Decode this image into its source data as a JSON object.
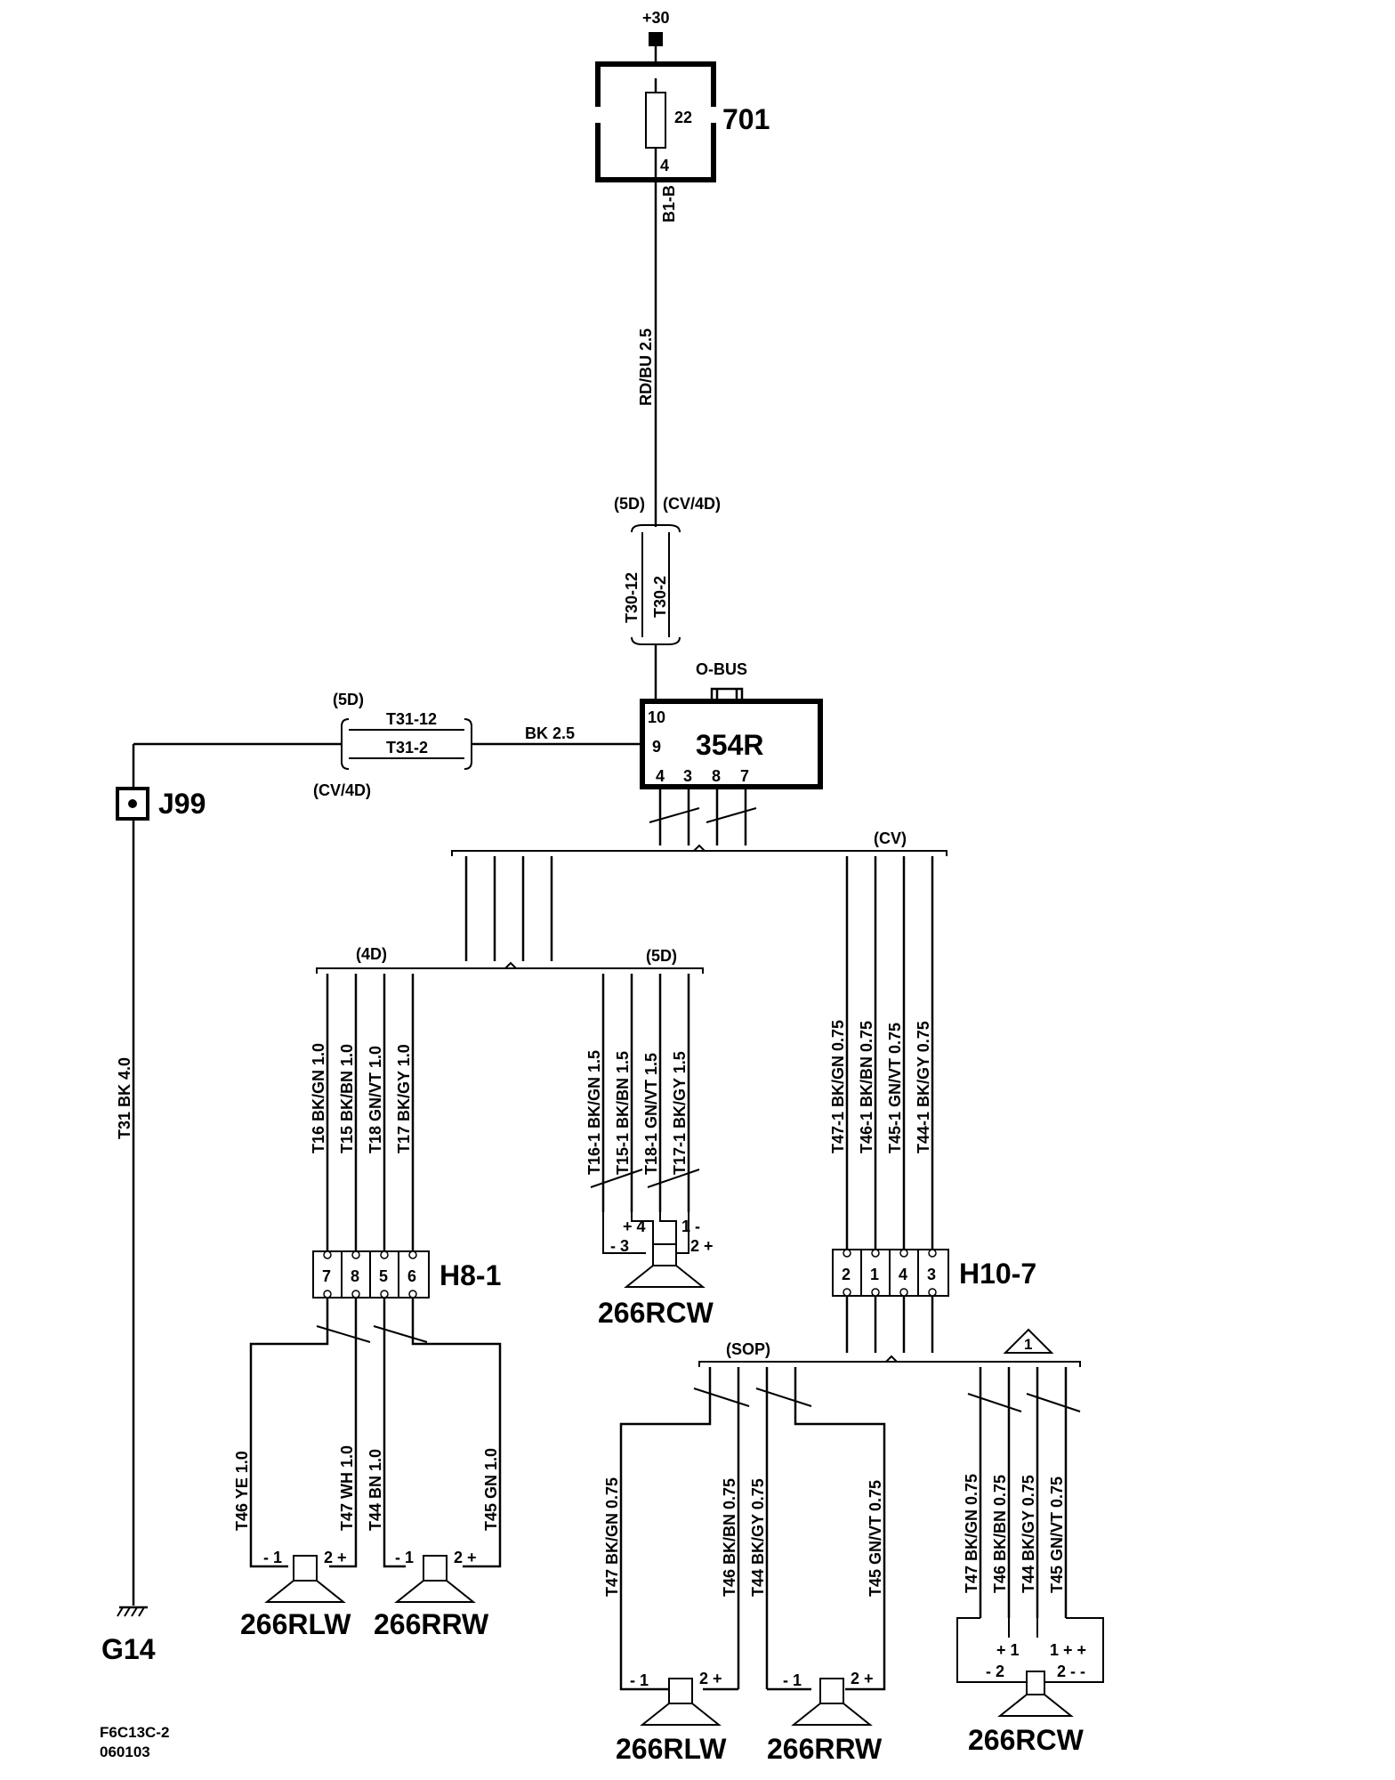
{
  "supply": {
    "label": "+30"
  },
  "fuse_box": {
    "id": "701",
    "fuse_no": "22",
    "pin": "4",
    "pin_label": "B1-B"
  },
  "wire_main": {
    "color_size": "RD/BU   2.5"
  },
  "variant_top": {
    "left": "(5D)",
    "right": "(CV/4D)",
    "conn_left": "T30-12",
    "conn_right": "T30-2"
  },
  "amp": {
    "id": "354R",
    "bus": "O-BUS",
    "pins": {
      "p10": "10",
      "p9": "9",
      "p4": "4",
      "p3": "3",
      "p8": "8",
      "p7": "7"
    }
  },
  "ground_branch": {
    "variant_5d": "(5D)",
    "variant_cv4d": "(CV/4D)",
    "conn_a": "T31-12",
    "conn_b": "T31-2",
    "wire": "BK  2.5",
    "splice": "J99",
    "wire_vertical": "T31  BK  4.0",
    "ground": "G14"
  },
  "bus_cv": "(CV)",
  "bus_4d": "(4D)",
  "bus_5d": "(5D)",
  "wires_4d": [
    "T16  BK/GN 1.0",
    "T15  BK/BN 1.0",
    "T18  GN/VT 1.0",
    "T17  BK/GY 1.0"
  ],
  "wires_5d": [
    "T16-1 BK/GN 1.5",
    "T15-1 BK/BN 1.5",
    "T18-1 GN/VT 1.5",
    "T17-1 BK/GY 1.5"
  ],
  "wires_cv": [
    "T47-1 BK/GN 0.75",
    "T46-1 BK/BN 0.75",
    "T45-1 GN/VT 0.75",
    "T44-1 BK/GY  0.75"
  ],
  "connector_h8": {
    "id": "H8-1",
    "pins": [
      "7",
      "8",
      "5",
      "6"
    ]
  },
  "connector_h10": {
    "id": "H10-7",
    "pins": [
      "2",
      "1",
      "4",
      "3"
    ]
  },
  "rcw_top": {
    "id": "266RCW",
    "pos_plus": "+ 4",
    "pos_minus": "- 3",
    "neg_one": "1 -",
    "neg_two": "2 +"
  },
  "wires_4d_low": [
    "T46   YE  1.0",
    "T47   WH  1.0",
    "T44   BN   1.0",
    "T45   GN  1.0"
  ],
  "speaker_rlw_left": {
    "id": "266RLW",
    "m": "- 1",
    "p": "2 +"
  },
  "speaker_rrw_left": {
    "id": "266RRW",
    "m": "- 1",
    "p": "2 +"
  },
  "bus_sop": "(SOP)",
  "note_triangle": "1",
  "wires_cv_low": [
    "T47   BK/GN 0.75",
    "T46   BK/BN  0.75",
    "T44   BK/GY 0.75",
    "T45    GN/VT  0.75"
  ],
  "wires_cv_rcw": [
    "T47   BK/GN 0.75",
    "T46   BK/BN  0.75",
    "T44   BK/GY  0.75",
    "T45   GN/VT  0.75"
  ],
  "speaker_rlw_right": {
    "id": "266RLW",
    "m": "-  1",
    "p": "2 +"
  },
  "speaker_rrw_right": {
    "id": "266RRW",
    "m": "- 1",
    "p": "2 +"
  },
  "rcw_bottom": {
    "id": "266RCW",
    "a": "+ 1",
    "b": "- 2",
    "c": "1 + +",
    "d": "2 - -"
  },
  "footer": {
    "code": "F6C13C-2",
    "date": "060103"
  }
}
